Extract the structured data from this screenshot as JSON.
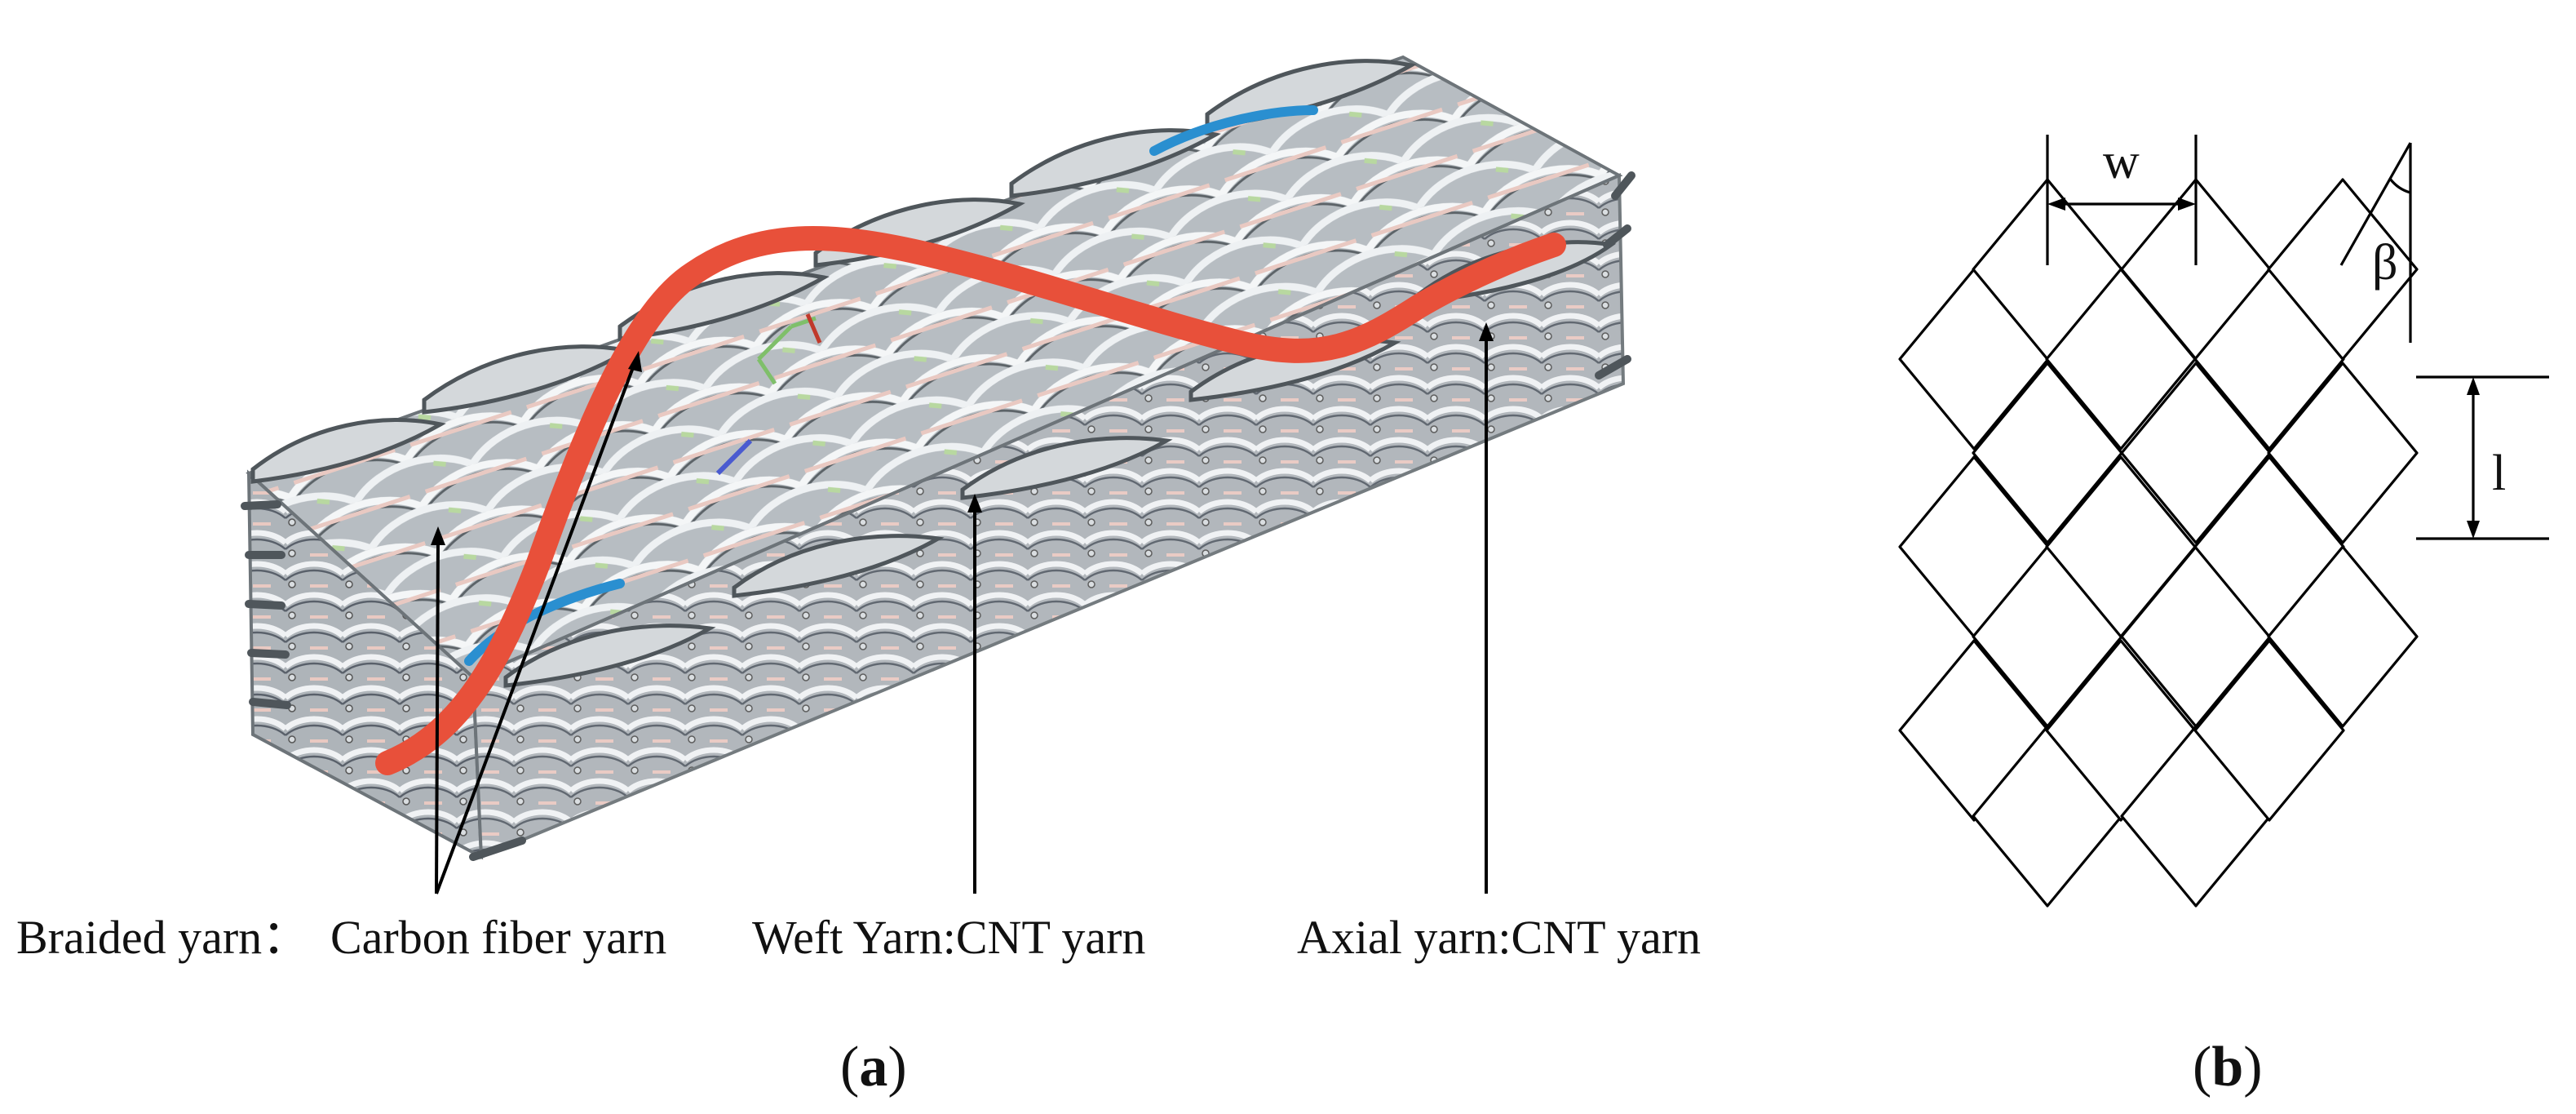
{
  "panel_a": {
    "labels": {
      "braided": "Braided yarn：",
      "carbon": "Carbon fiber yarn",
      "weft": "Weft Yarn:CNT yarn",
      "axial": "Axial yarn:CNT yarn"
    },
    "sublabel_open": "(",
    "sublabel_letter": "a",
    "sublabel_close": ")",
    "colors": {
      "braided_yarn": "#9aa2a8",
      "yarn_highlight": "#e8ecef",
      "yarn_shadow": "#5b6267",
      "axial_pink": "#e9c9c2",
      "weft_green": "#b8d8a0",
      "highlight_red": "#e8503a",
      "highlight_blue": "#2a8fd0"
    }
  },
  "panel_b": {
    "labels": {
      "width": "w",
      "length": "l",
      "angle": "β"
    },
    "sublabel_open": "(",
    "sublabel_letter": "b",
    "sublabel_close": ")"
  }
}
